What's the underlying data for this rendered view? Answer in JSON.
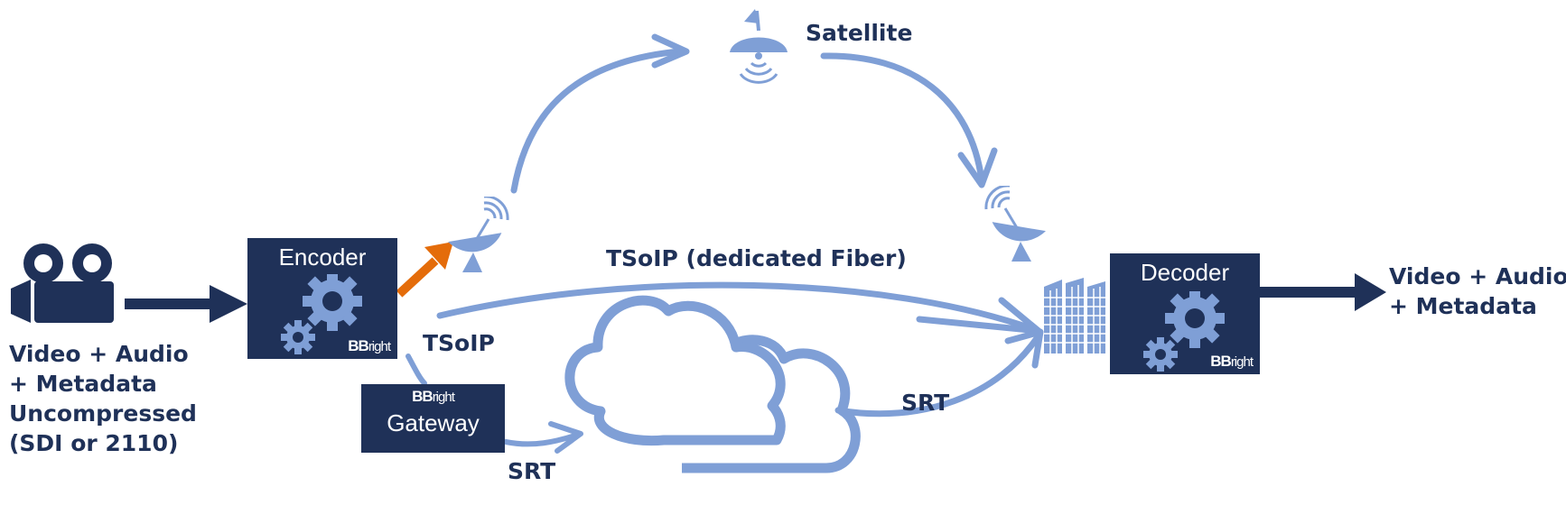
{
  "source": {
    "label_lines": [
      "Video + Audio",
      "+ Metadata",
      "Uncompressed",
      "(SDI or 2110)"
    ]
  },
  "encoder": {
    "title": "Encoder",
    "brand_main": "BB",
    "brand_small": "right"
  },
  "gateway": {
    "title": "Gateway",
    "brand_main": "BB",
    "brand_small": "right"
  },
  "decoder": {
    "title": "Decoder",
    "brand_main": "BB",
    "brand_small": "right"
  },
  "output": {
    "label_lines": [
      "Video + Audio",
      "+ Metadata"
    ]
  },
  "links": {
    "satellite": "Satellite",
    "fiber": "TSoIP (dedicated Fiber)",
    "tsoip": "TSoIP",
    "srt_gateway": "SRT",
    "srt_cloud": "SRT"
  },
  "colors": {
    "navy": "#1f3158",
    "light_blue": "#7f9fd6",
    "orange": "#e46c0a"
  }
}
